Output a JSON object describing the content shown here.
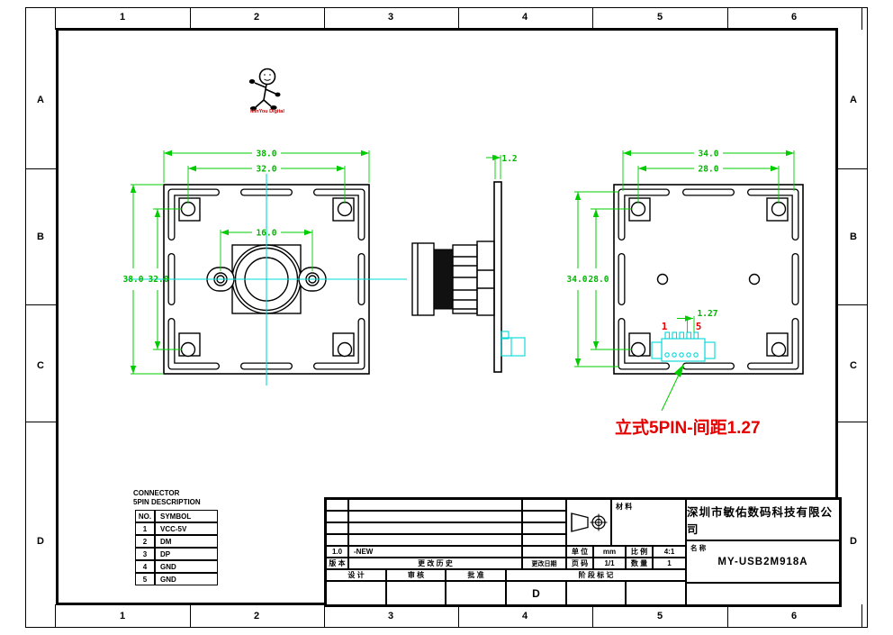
{
  "frame": {
    "zones_top": [
      "1",
      "2",
      "3",
      "4",
      "5",
      "6"
    ],
    "zones_bottom": [
      "1",
      "2",
      "3",
      "4",
      "5",
      "6"
    ],
    "zones_left": [
      "A",
      "B",
      "C",
      "D"
    ],
    "zones_right": [
      "A",
      "B",
      "C",
      "D"
    ]
  },
  "logo": {
    "text": "MinYou Digital"
  },
  "dims": {
    "front_width": "38.0",
    "front_hole_span": "32.0",
    "front_lens_span": "16.0",
    "front_height": "38.0",
    "front_hole_span_v": "32.0",
    "pcb_thickness": "1.2",
    "back_width": "34.0",
    "back_hole_span": "28.0",
    "back_height": "34.0",
    "back_hole_span_v": "28.0",
    "pin_pitch": "1.27",
    "pin_first": "1",
    "pin_last": "5"
  },
  "annotation": {
    "text": "立式5PIN-间距1.27"
  },
  "connector_table": {
    "title_line1": "CONNECTOR",
    "title_line2": "5PIN DESCRIPTION",
    "headers": [
      "NO.",
      "SYMBOL"
    ],
    "rows": [
      [
        "1",
        "VCC-5V"
      ],
      [
        "2",
        "DM"
      ],
      [
        "3",
        "DP"
      ],
      [
        "4",
        "GND"
      ],
      [
        "5",
        "GND"
      ]
    ]
  },
  "title_block": {
    "version_value": "1.0",
    "version_note": "-NEW",
    "version_label": "版 本",
    "history_label": "更 改 历 史",
    "date_label": "更改日期",
    "material_label": "材 料",
    "unit_label": "单 位",
    "unit_value": "mm",
    "scale_label": "比 例",
    "scale_value": "4:1",
    "page_label": "页 码",
    "page_value": "1/1",
    "qty_label": "数 量",
    "qty_value": "1",
    "design_label": "设 计",
    "review_label": "审 核",
    "approve_label": "批 准",
    "stage_label": "阶 段 标 记",
    "stage_value": "D",
    "company": "深圳市敏佑数码科技有限公司",
    "name_label": "名 称",
    "part_number": "MY-USB2M918A"
  },
  "colors": {
    "dimension_green": "#00cc00",
    "centerline_cyan": "#00d8d8",
    "highlight_red": "#e60000",
    "line_black": "#000000"
  }
}
